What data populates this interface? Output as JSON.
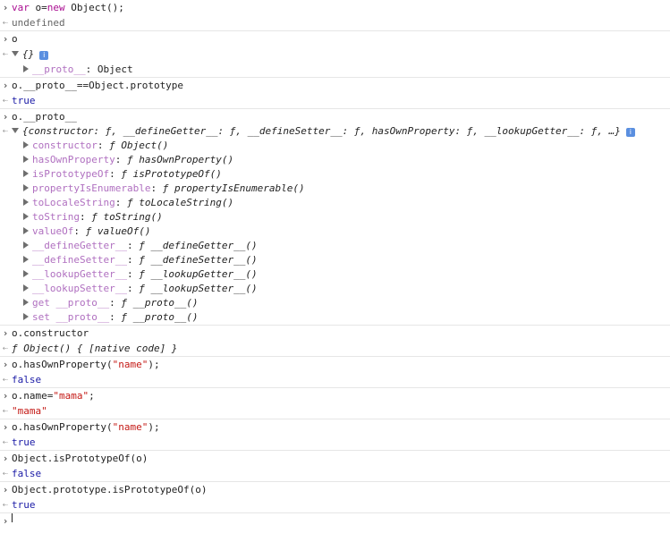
{
  "console": {
    "entries": [
      {
        "in": "var o=new Object();",
        "in_kw": "var",
        "in_rest": " o=",
        "in_new": "new",
        "in_tail": " Object();",
        "out": "undefined"
      },
      {
        "in": "o"
      },
      {
        "out_obj": "{}",
        "proto_label": "__proto__",
        "proto_value": "Object"
      },
      {
        "in": "o.__proto__==Object.prototype",
        "out": "true"
      },
      {
        "in": "o.__proto__"
      },
      {
        "summary": "{constructor: ƒ, __defineGetter__: ƒ, __defineSetter__: ƒ, hasOwnProperty: ƒ, __lookupGetter__: ƒ, …}",
        "members": [
          {
            "key": "constructor",
            "val": "ƒ Object()"
          },
          {
            "key": "hasOwnProperty",
            "val": "ƒ hasOwnProperty()"
          },
          {
            "key": "isPrototypeOf",
            "val": "ƒ isPrototypeOf()"
          },
          {
            "key": "propertyIsEnumerable",
            "val": "ƒ propertyIsEnumerable()"
          },
          {
            "key": "toLocaleString",
            "val": "ƒ toLocaleString()"
          },
          {
            "key": "toString",
            "val": "ƒ toString()"
          },
          {
            "key": "valueOf",
            "val": "ƒ valueOf()"
          },
          {
            "key": "__defineGetter__",
            "val": "ƒ __defineGetter__()"
          },
          {
            "key": "__defineSetter__",
            "val": "ƒ __defineSetter__()"
          },
          {
            "key": "__lookupGetter__",
            "val": "ƒ __lookupGetter__()"
          },
          {
            "key": "__lookupSetter__",
            "val": "ƒ __lookupSetter__()"
          },
          {
            "key": "get __proto__",
            "val": "ƒ __proto__()"
          },
          {
            "key": "set __proto__",
            "val": "ƒ __proto__()"
          }
        ]
      },
      {
        "in": "o.constructor",
        "out": "ƒ Object() { [native code] }"
      },
      {
        "in_pre": "o.hasOwnProperty(",
        "in_str": "\"name\"",
        "in_post": ");",
        "out": "false"
      },
      {
        "in_pre": "o.name=",
        "in_str": "\"mama\"",
        "in_post": ";",
        "out": "\"mama\""
      },
      {
        "in_pre": "o.hasOwnProperty(",
        "in_str": "\"name\"",
        "in_post": ");",
        "out": "true"
      },
      {
        "in": "Object.isPrototypeOf(o)",
        "out": "false"
      },
      {
        "in": "Object.prototype.isPrototypeOf(o)",
        "out": "true"
      }
    ]
  },
  "icons": {
    "input": "prompt-chevron-icon",
    "output": "result-arrow-icon",
    "expand": "expand-triangle-icon",
    "info": "info-icon",
    "info_glyph": "i"
  },
  "glyphs": {
    "prompt": "›",
    "result": "⇠"
  }
}
